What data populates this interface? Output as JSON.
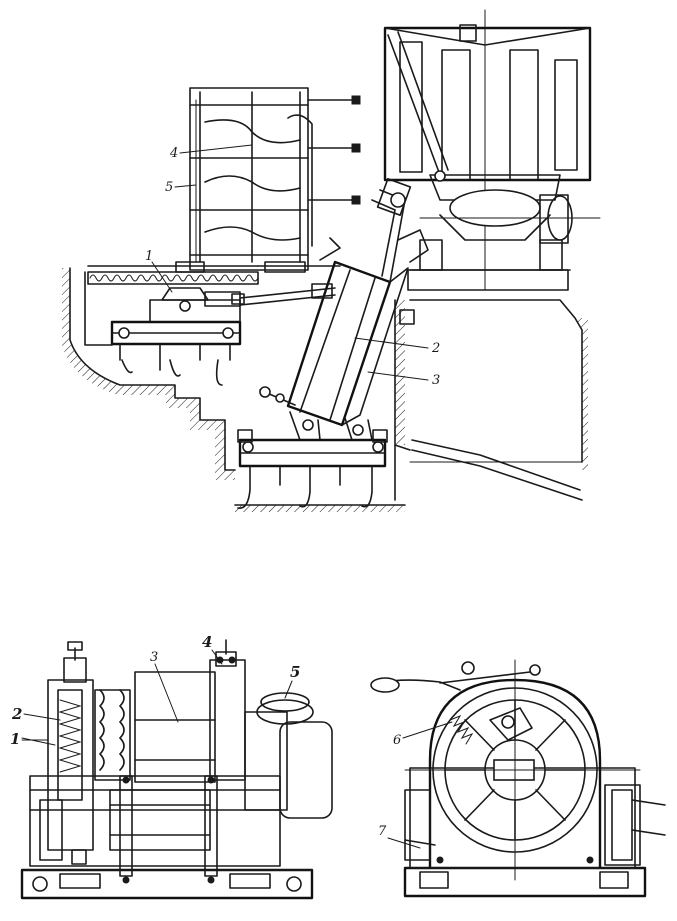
{
  "top_figure": {
    "callouts": [
      "1",
      "2",
      "3",
      "4",
      "5"
    ]
  },
  "left_figure": {
    "callouts": [
      "1",
      "2",
      "3",
      "4",
      "5"
    ]
  },
  "right_figure": {
    "callouts": [
      "6",
      "7"
    ]
  },
  "colors": {
    "ink": "#1a1a1a",
    "paper": "#ffffff"
  }
}
